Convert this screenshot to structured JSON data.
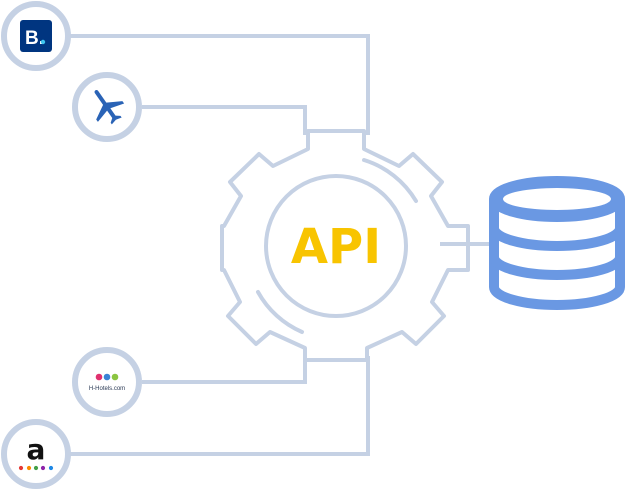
{
  "center": {
    "label": "API"
  },
  "sources": {
    "booking": {
      "letter": "B.",
      "icon": "booking-logo",
      "brand_color": "#003580"
    },
    "flights": {
      "icon": "airplane-icon",
      "color": "#2a63b6"
    },
    "hotels": {
      "label": "H-Hotels.com",
      "icon": "h-hotels-logo"
    },
    "amazon": {
      "letter": "a",
      "icon": "amazon-style-logo"
    }
  },
  "database": {
    "icon": "database-icon",
    "color": "#6a98e3"
  },
  "colors": {
    "connector": "#c5d1e4",
    "accent": "#f8c400"
  }
}
